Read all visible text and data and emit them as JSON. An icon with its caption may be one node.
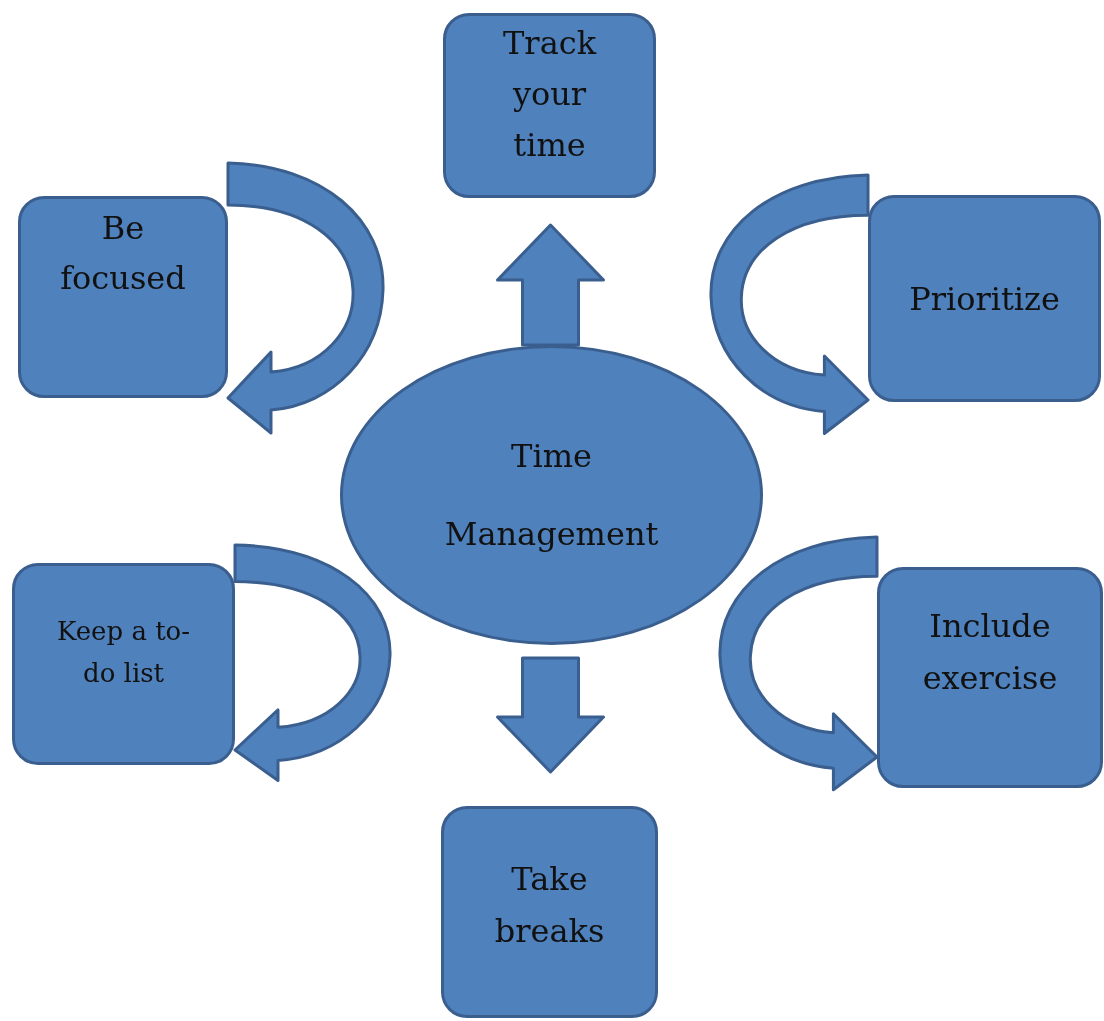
{
  "diagram": {
    "nodes": [
      {
        "text": [
          "Time Management"
        ]
      },
      {
        "text": [
          "Track your time"
        ]
      },
      {
        "text": [
          "Be focused"
        ]
      },
      {
        "text": [
          "Prioritize"
        ]
      },
      {
        "text": [
          "Keep a to-do list"
        ]
      },
      {
        "text": [
          "Include exercise"
        ]
      },
      {
        "text": [
          "Take breaks"
        ]
      }
    ],
    "edges": [
      {
        "from": 0,
        "to": 1,
        "arrow": "to"
      },
      {
        "from": null,
        "to": 2,
        "arrow": "to"
      },
      {
        "from": null,
        "to": 3,
        "arrow": "to"
      },
      {
        "from": null,
        "to": 4,
        "arrow": "to"
      },
      {
        "from": null,
        "to": 5,
        "arrow": "to"
      },
      {
        "from": 0,
        "to": 6,
        "arrow": "to"
      }
    ]
  }
}
